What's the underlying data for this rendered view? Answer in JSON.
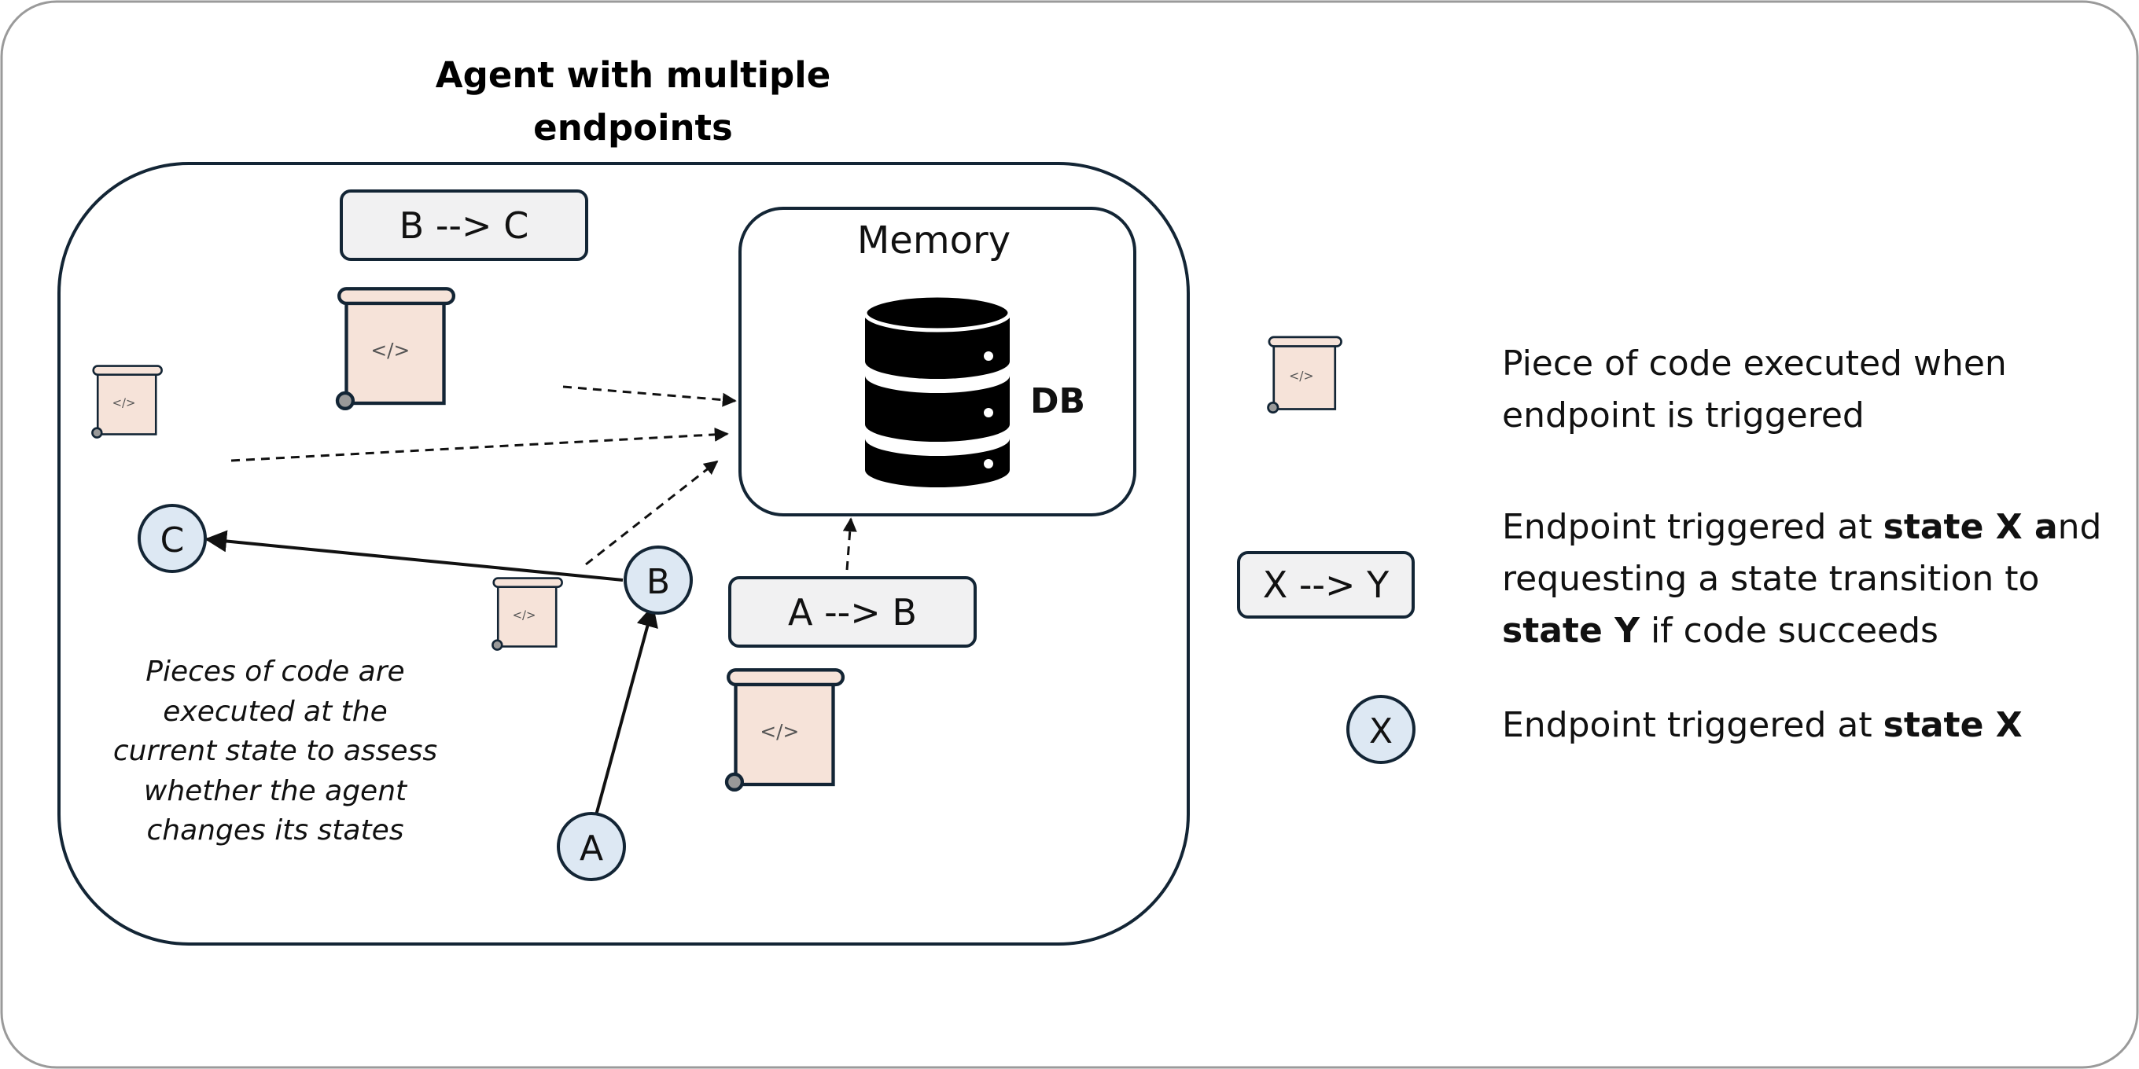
{
  "title": "Agent with multiple endpoints",
  "memory": {
    "title": "Memory",
    "db_label": "DB"
  },
  "code_glyph": "</>",
  "endpoints": {
    "b_to_c": "B --> C",
    "a_to_b": "A --> B"
  },
  "states": {
    "a": "A",
    "b": "B",
    "c": "C"
  },
  "note": "Pieces of code are executed at the current state to assess whether the agent changes its states",
  "legend": {
    "code_line1": "Piece of code executed when",
    "code_line2": "endpoint is triggered",
    "transition_box": "X --> Y",
    "transition_l1_a": "Endpoint triggered at ",
    "transition_l1_b": "state X a",
    "transition_l1_c": "nd",
    "transition_line2": "requesting a state transition to",
    "transition_l3_a": "state Y",
    "transition_l3_b": " if code succeeds",
    "state_circle": "X",
    "state_a": "Endpoint triggered at ",
    "state_b": "state X"
  },
  "colors": {
    "scroll_fill": "#f6e3d9",
    "box_fill": "#f1f1f2",
    "circle_fill": "#dde8f3",
    "stroke": "#132535"
  }
}
